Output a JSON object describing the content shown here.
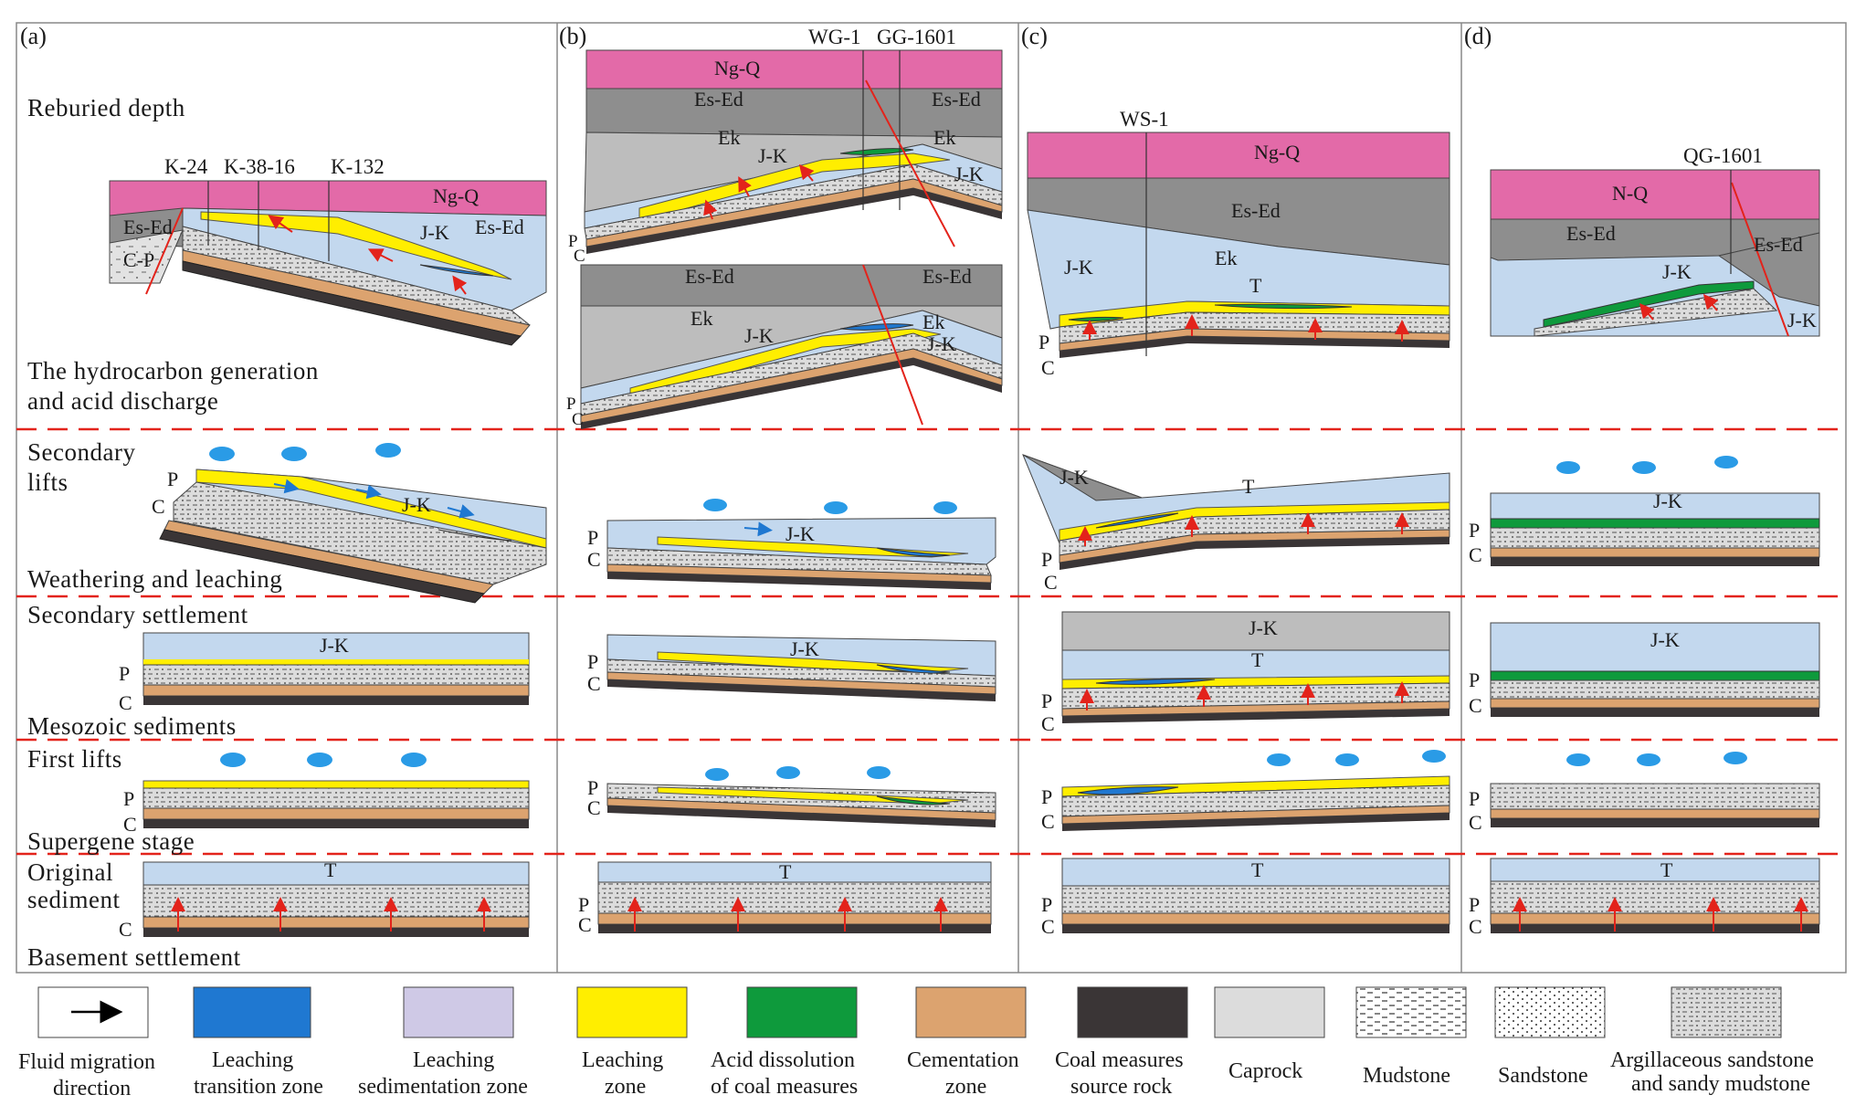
{
  "panels": {
    "a": "(a)",
    "b": "(b)",
    "c": "(c)",
    "d": "(d)"
  },
  "stages": {
    "reburied": "Reburied depth",
    "hydro_1": "The hydrocarbon generation",
    "hydro_2": "and acid discharge",
    "secondary_lifts_1": "Secondary",
    "secondary_lifts_2": "lifts",
    "weathering": "Weathering and leaching",
    "secondary_settlement": "Secondary settlement",
    "mesozoic": "Mesozoic sediments",
    "first_lifts": "First lifts",
    "supergene": "Supergene stage",
    "original_1": "Original",
    "original_2": "sediment",
    "basement": "Basement settlement"
  },
  "wells": {
    "a1": "K-24",
    "a2": "K-38-16",
    "a3": "K-132",
    "b1": "WG-1",
    "b2": "GG-1601",
    "c1": "WS-1",
    "d1": "QG-1601"
  },
  "units": {
    "ngq": "Ng-Q",
    "esed": "Es-Ed",
    "ek": "Ek",
    "jk": "J-K",
    "cp": "C-P",
    "p": "P",
    "c": "C",
    "t": "T",
    "nq": "N-Q"
  },
  "legend": [
    {
      "id": "fluid",
      "line1": "Fluid migration",
      "line2": "direction",
      "color": "#ffffff"
    },
    {
      "id": "transition",
      "line1": "Leaching",
      "line2": "transition zone",
      "color": "#1f78d1"
    },
    {
      "id": "sedimentation",
      "line1": "Leaching",
      "line2": "sedimentation zone",
      "color": "#cfc9e6"
    },
    {
      "id": "leaching",
      "line1": "Leaching",
      "line2": "zone",
      "color": "#ffee00"
    },
    {
      "id": "acid",
      "line1": "Acid dissolution",
      "line2": "of coal measures",
      "color": "#0e9a3c"
    },
    {
      "id": "cementation",
      "line1": "Cementation",
      "line2": "zone",
      "color": "#dca36f"
    },
    {
      "id": "coal",
      "line1": "Coal measures",
      "line2": "source rock",
      "color": "#3a3536"
    },
    {
      "id": "caprock",
      "line1": "Caprock",
      "line2": "",
      "color": "#dcdcdc"
    },
    {
      "id": "mudstone",
      "line1": "Mudstone",
      "line2": "",
      "color": "#ffffff"
    },
    {
      "id": "sandstone",
      "line1": "Sandstone",
      "line2": "",
      "color": "#ffffff"
    },
    {
      "id": "argillaceous",
      "line1": "Argillaceous sandstone",
      "line2": "and sandy mudstone",
      "color": "#dcdcdc"
    }
  ],
  "colors": {
    "ngq": "#e36aa8",
    "esed": "#8e8e8e",
    "ek": "#bdbdbd",
    "jk": "#c3d8ee",
    "leaching": "#ffee00",
    "transition": "#1f78d1",
    "acid": "#0e9a3c",
    "cementation": "#dca36f",
    "coal": "#3a3536",
    "caprock": "#dcdcdc",
    "arrow_up": "#e3231b",
    "cloud": "#2a9be6",
    "divider": "#e3231b"
  }
}
